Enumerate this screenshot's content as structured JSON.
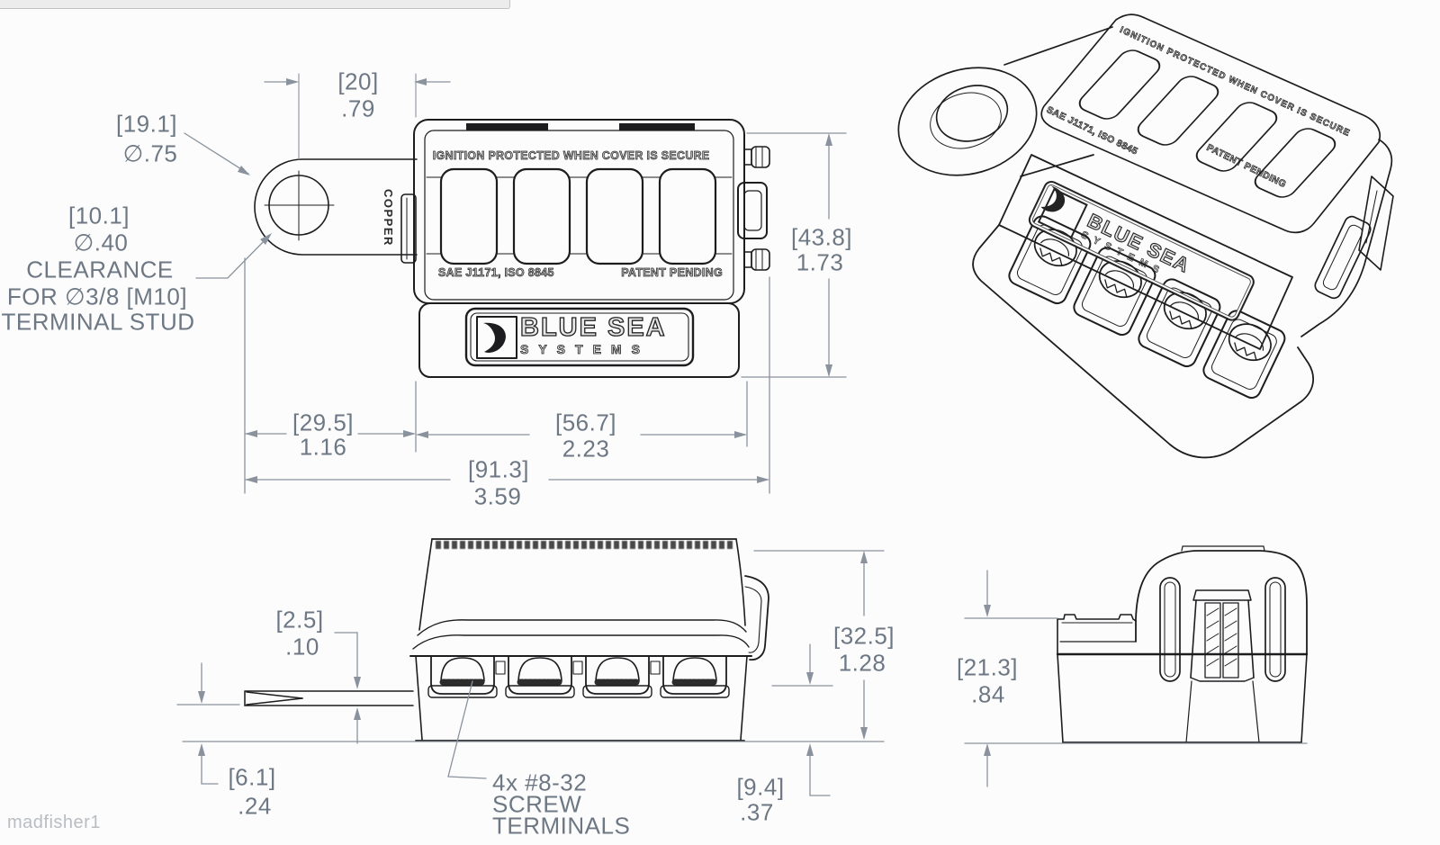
{
  "page": {
    "background": "#fcfcfc",
    "watermark": "madfisher1"
  },
  "colors": {
    "line": "#1d1d1f",
    "dimension": "#6d7884",
    "watermark_text": "#b9bdc1",
    "top_bar": "#ececec"
  },
  "product": {
    "brand_line1": "BLUE SEA",
    "brand_line2": "SYSTEMS",
    "cover_text": "IGNITION PROTECTED WHEN COVER IS SECURE",
    "cert_text": "SAE J1171, ISO 8845",
    "patent_text": "PATENT PENDING",
    "material_label": "COPPER"
  },
  "dimensions": {
    "stud_offset": {
      "mm": "[20]",
      "inch": ".79"
    },
    "tab_end_diameter": {
      "mm": "[19.1]",
      "inch": "∅.75"
    },
    "stud_hole": {
      "mm": "[10.1]",
      "inch": "∅.40",
      "note1": "CLEARANCE",
      "note2": "FOR ∅3/8 [M10]",
      "note3": "TERMINAL STUD"
    },
    "body_height": {
      "mm": "[43.8]",
      "inch": "1.73"
    },
    "tab_length": {
      "mm": "[29.5]",
      "inch": "1.16"
    },
    "body_length": {
      "mm": "[56.7]",
      "inch": "2.23"
    },
    "overall_length": {
      "mm": "[91.3]",
      "inch": "3.59"
    },
    "strip_thickness": {
      "mm": "[2.5]",
      "inch": ".10"
    },
    "overall_height": {
      "mm": "[32.5]",
      "inch": "1.28"
    },
    "strip_bottom_gap": {
      "mm": "[6.1]",
      "inch": ".24"
    },
    "strip_top_gap": {
      "mm": "[9.4]",
      "inch": ".37"
    },
    "base_height": {
      "mm": "[21.3]",
      "inch": ".84"
    },
    "terminal_note": {
      "line1": "4x #8-32",
      "line2": "SCREW",
      "line3": "TERMINALS"
    }
  }
}
